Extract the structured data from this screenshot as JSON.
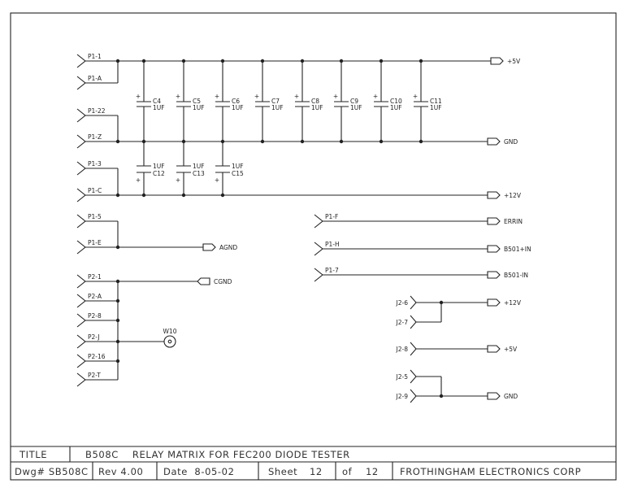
{
  "left_pins": {
    "p1_1": "P1-1",
    "p1_a": "P1-A",
    "p1_22": "P1-22",
    "p1_z": "P1-Z",
    "p1_3": "P1-3",
    "p1_c": "P1-C",
    "p1_5": "P1-5",
    "p1_e": "P1-E",
    "p2_1": "P2-1",
    "p2_a": "P2-A",
    "p2_8": "P2-8",
    "p2_j": "P2-J",
    "p2_16": "P2-16",
    "p2_t": "P2-T"
  },
  "right_pins": {
    "p1_f": "P1-F",
    "p1_h": "P1-H",
    "p1_7": "P1-7",
    "j2_6": "J2-6",
    "j2_7": "J2-7",
    "j2_8": "J2-8",
    "j2_5": "J2-5",
    "j2_9": "J2-9"
  },
  "nets": {
    "v5": "+5V",
    "gnd": "GND",
    "v12": "+12V",
    "agnd": "AGND",
    "cgnd": "CGND",
    "errin": "ERRIN",
    "b501p": "B501+IN",
    "b501m": "B501-IN",
    "j_v12": "+12V",
    "j_v5": "+5V",
    "j_gnd": "GND"
  },
  "upper_caps": [
    {
      "ref": "C4",
      "value": "1UF"
    },
    {
      "ref": "C5",
      "value": "1UF"
    },
    {
      "ref": "C6",
      "value": "1UF"
    },
    {
      "ref": "C7",
      "value": "1UF"
    },
    {
      "ref": "C8",
      "value": "1UF"
    },
    {
      "ref": "C9",
      "value": "1UF"
    },
    {
      "ref": "C10",
      "value": "1UF"
    },
    {
      "ref": "C11",
      "value": "1UF"
    }
  ],
  "lower_caps": [
    {
      "ref": "C12",
      "value": "1UF"
    },
    {
      "ref": "C13",
      "value": "1UF"
    },
    {
      "ref": "C15",
      "value": "1UF"
    }
  ],
  "plus_sign": "+",
  "test_point": "W10",
  "title_block": {
    "title_label": "TITLE",
    "title_value": "B508C    RELAY MATRIX FOR FEC200 DIODE TESTER",
    "dwg": "Dwg# SB508C",
    "rev": "Rev 4.00",
    "date": "Date  8-05-02",
    "sheet_label": "Sheet",
    "sheet": "12",
    "of_label": "of",
    "of": "12",
    "company": "FROTHINGHAM ELECTRONICS CORP"
  }
}
